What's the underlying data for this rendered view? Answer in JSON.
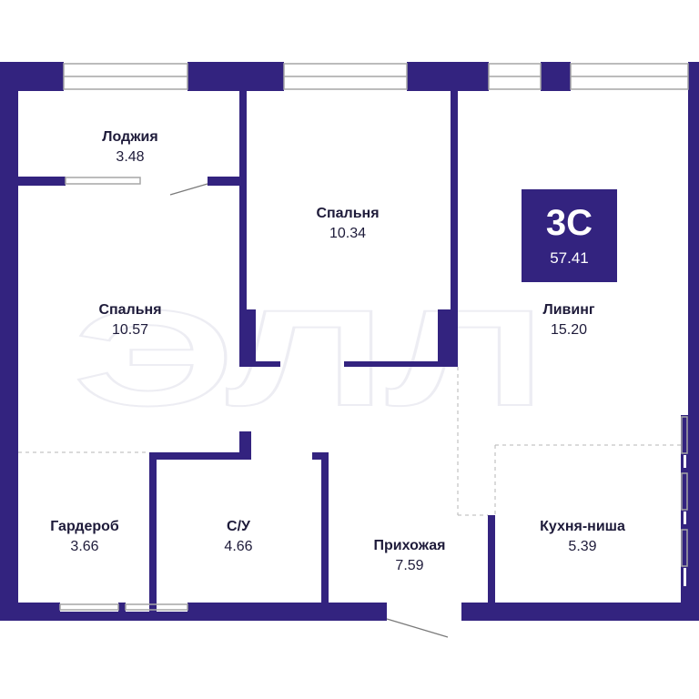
{
  "colors": {
    "wall": "#33237f",
    "text": "#1e1b3a",
    "dash": "#b5b5b5",
    "window": "#a6a6a6"
  },
  "badge": {
    "code": "3С",
    "total_area": "57.41"
  },
  "rooms": [
    {
      "id": "loggia",
      "name": "Лоджия",
      "area": "3.48"
    },
    {
      "id": "bedroom-1",
      "name": "Спальня",
      "area": "10.34"
    },
    {
      "id": "bedroom-2",
      "name": "Спальня",
      "area": "10.57"
    },
    {
      "id": "living",
      "name": "Ливинг",
      "area": "15.20"
    },
    {
      "id": "wardrobe",
      "name": "Гардероб",
      "area": "3.66"
    },
    {
      "id": "bathroom",
      "name": "С/У",
      "area": "4.66"
    },
    {
      "id": "hallway",
      "name": "Прихожая",
      "area": "7.59"
    },
    {
      "id": "kitchen",
      "name": "Кухня-ниша",
      "area": "5.39"
    }
  ]
}
